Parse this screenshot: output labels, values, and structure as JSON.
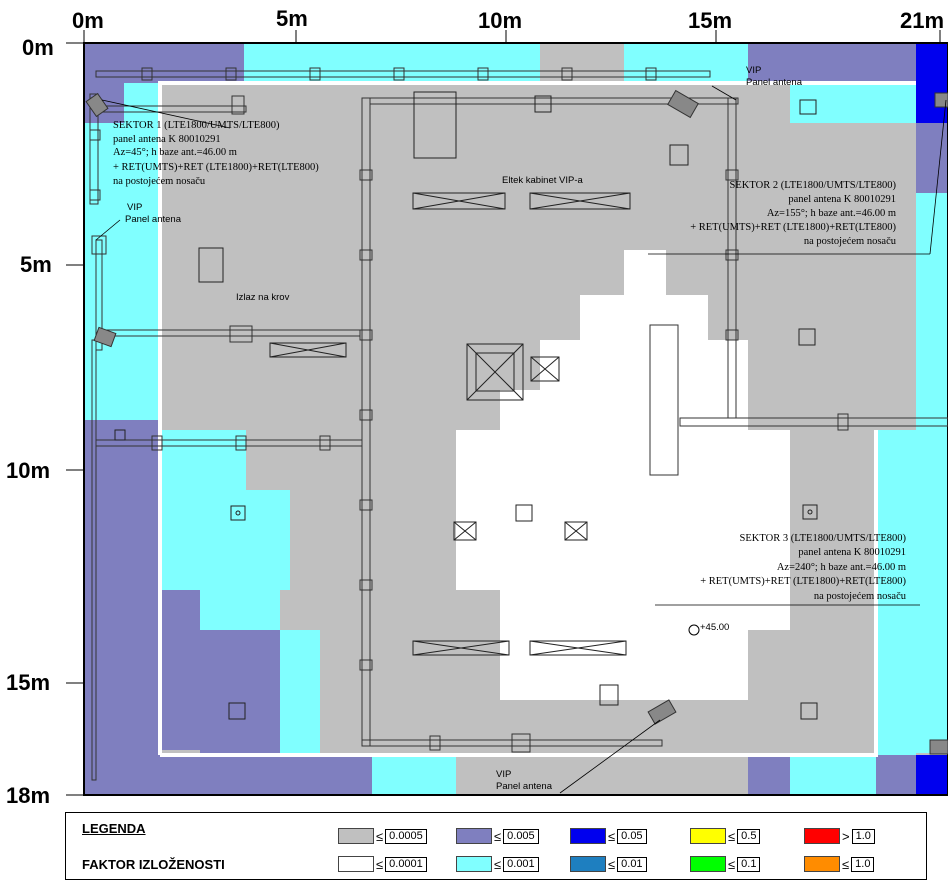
{
  "axis": {
    "x_labels": [
      "0m",
      "5m",
      "10m",
      "15m",
      "21m"
    ],
    "y_labels": [
      "0m",
      "5m",
      "10m",
      "15m",
      "18m"
    ]
  },
  "labels": {
    "vip_top": "VIP",
    "vip_top_sub": "Panel antena",
    "vip_left": "VIP",
    "vip_left_sub": "Panel antena",
    "vip_bottom": "VIP",
    "vip_bottom_sub": "Panel antena",
    "cabinet": "Eltek kabinet VIP-a",
    "roof_exit": "Izlaz na krov",
    "elevation": "+45.00"
  },
  "sector1": {
    "l1": "SEKTOR 1 (LTE1800/UMTS/LTE800)",
    "l2": "panel antena K 80010291",
    "l3": "Az=45°;  h baze ant.=46.00 m",
    "l4": "+ RET(UMTS)+RET (LTE1800)+RET(LTE800)",
    "l5": "na postojećem nosaču"
  },
  "sector2": {
    "l1": "SEKTOR 2 (LTE1800/UMTS/LTE800)",
    "l2": "panel antena K 80010291",
    "l3": "Az=155°;  h baze ant.=46.00 m",
    "l4": "+ RET(UMTS)+RET (LTE1800)+RET(LTE800)",
    "l5": "na postojećem nosaču"
  },
  "sector3": {
    "l1": "SEKTOR 3 (LTE1800/UMTS/LTE800)",
    "l2": "panel antena K 80010291",
    "l3": "Az=240°;  h baze ant.=46.00 m",
    "l4": "+ RET(UMTS)+RET (LTE1800)+RET(LTE800)",
    "l5": "na postojećem nosaču"
  },
  "legend": {
    "title": "LEGENDA",
    "subtitle": "FAKTOR IZLOŽENOSTI",
    "items": [
      {
        "color": "#c0c0c0",
        "sym": "≤",
        "value": "0.0005"
      },
      {
        "color": "#7f7fbf",
        "sym": "≤",
        "value": "0.005"
      },
      {
        "color": "#0000ee",
        "sym": "≤",
        "value": "0.05"
      },
      {
        "color": "#ffff00",
        "sym": "≤",
        "value": "0.5"
      },
      {
        "color": "#ff0000",
        "sym": ">",
        "value": "1.0"
      },
      {
        "color": "#ffffff",
        "sym": "≤",
        "value": "0.0001"
      },
      {
        "color": "#80ffff",
        "sym": "≤",
        "value": "0.001"
      },
      {
        "color": "#1e7fc0",
        "sym": "≤",
        "value": "0.01"
      },
      {
        "color": "#00ff00",
        "sym": "≤",
        "value": "0.1"
      },
      {
        "color": "#ff8c00",
        "sym": "≤",
        "value": "1.0"
      }
    ]
  },
  "colors": {
    "gray": "#c0c0c0",
    "purple": "#7f7fbf",
    "cyan": "#80ffff",
    "blue": "#0000ee",
    "white": "#ffffff"
  }
}
